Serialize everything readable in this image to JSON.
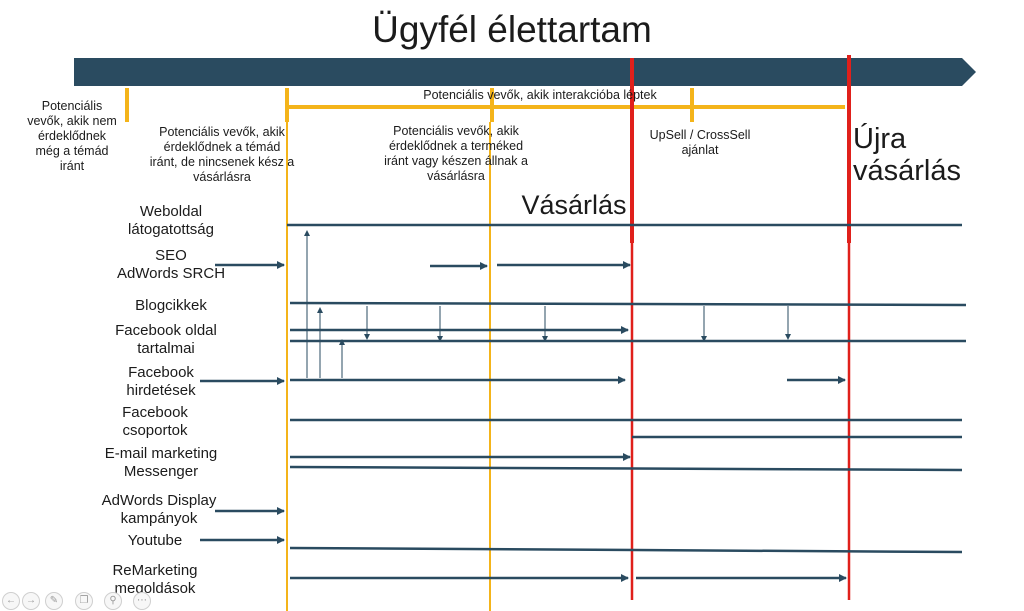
{
  "title": "Ügyfél élettartam",
  "colors": {
    "bar": "#2a4b60",
    "orange": "#f4b41a",
    "red": "#e0201b",
    "line": "#2a4b60"
  },
  "phases": {
    "top_bracket": "Potenciális vevők, akik interakcióba léptek",
    "not_interested": "Potenciális\nvevők, akik nem\nérdeklődnek\nmég a témád\niránt",
    "interested_not_ready": "Potenciális vevők, akik\nérdeklődnek a témád\niránt, de nincsenek kész a\nvásárlásra",
    "interested_ready": "Potenciális vevők, akik\nérdeklődnek a terméked\niránt vagy készen állnak a\nvásárlásra",
    "upsell": "UpSell / CrossSell\najánlat",
    "purchase": "Vásárlás",
    "repurchase": "Újra\nvásárlás"
  },
  "rows": [
    {
      "id": "weboldal",
      "label": "Weboldal\nlátogatottság"
    },
    {
      "id": "seo",
      "label": "SEO\nAdWords SRCH"
    },
    {
      "id": "blog",
      "label": "Blogcikkek"
    },
    {
      "id": "fb-oldal",
      "label": "Facebook oldal\ntartalmai"
    },
    {
      "id": "fb-hird",
      "label": "Facebook\nhirdetések"
    },
    {
      "id": "fb-csop",
      "label": "Facebook\ncsoportok"
    },
    {
      "id": "email",
      "label": "E-mail marketing\nMessenger"
    },
    {
      "id": "display",
      "label": "AdWords Display\nkampányok"
    },
    {
      "id": "youtube",
      "label": "Youtube"
    },
    {
      "id": "remarketing",
      "label": "ReMarketing\nmegoldások"
    }
  ],
  "toolbar_icons": [
    "back-icon",
    "forward-icon",
    "pen-icon",
    "copy-icon",
    "search-icon",
    "more-icon"
  ]
}
